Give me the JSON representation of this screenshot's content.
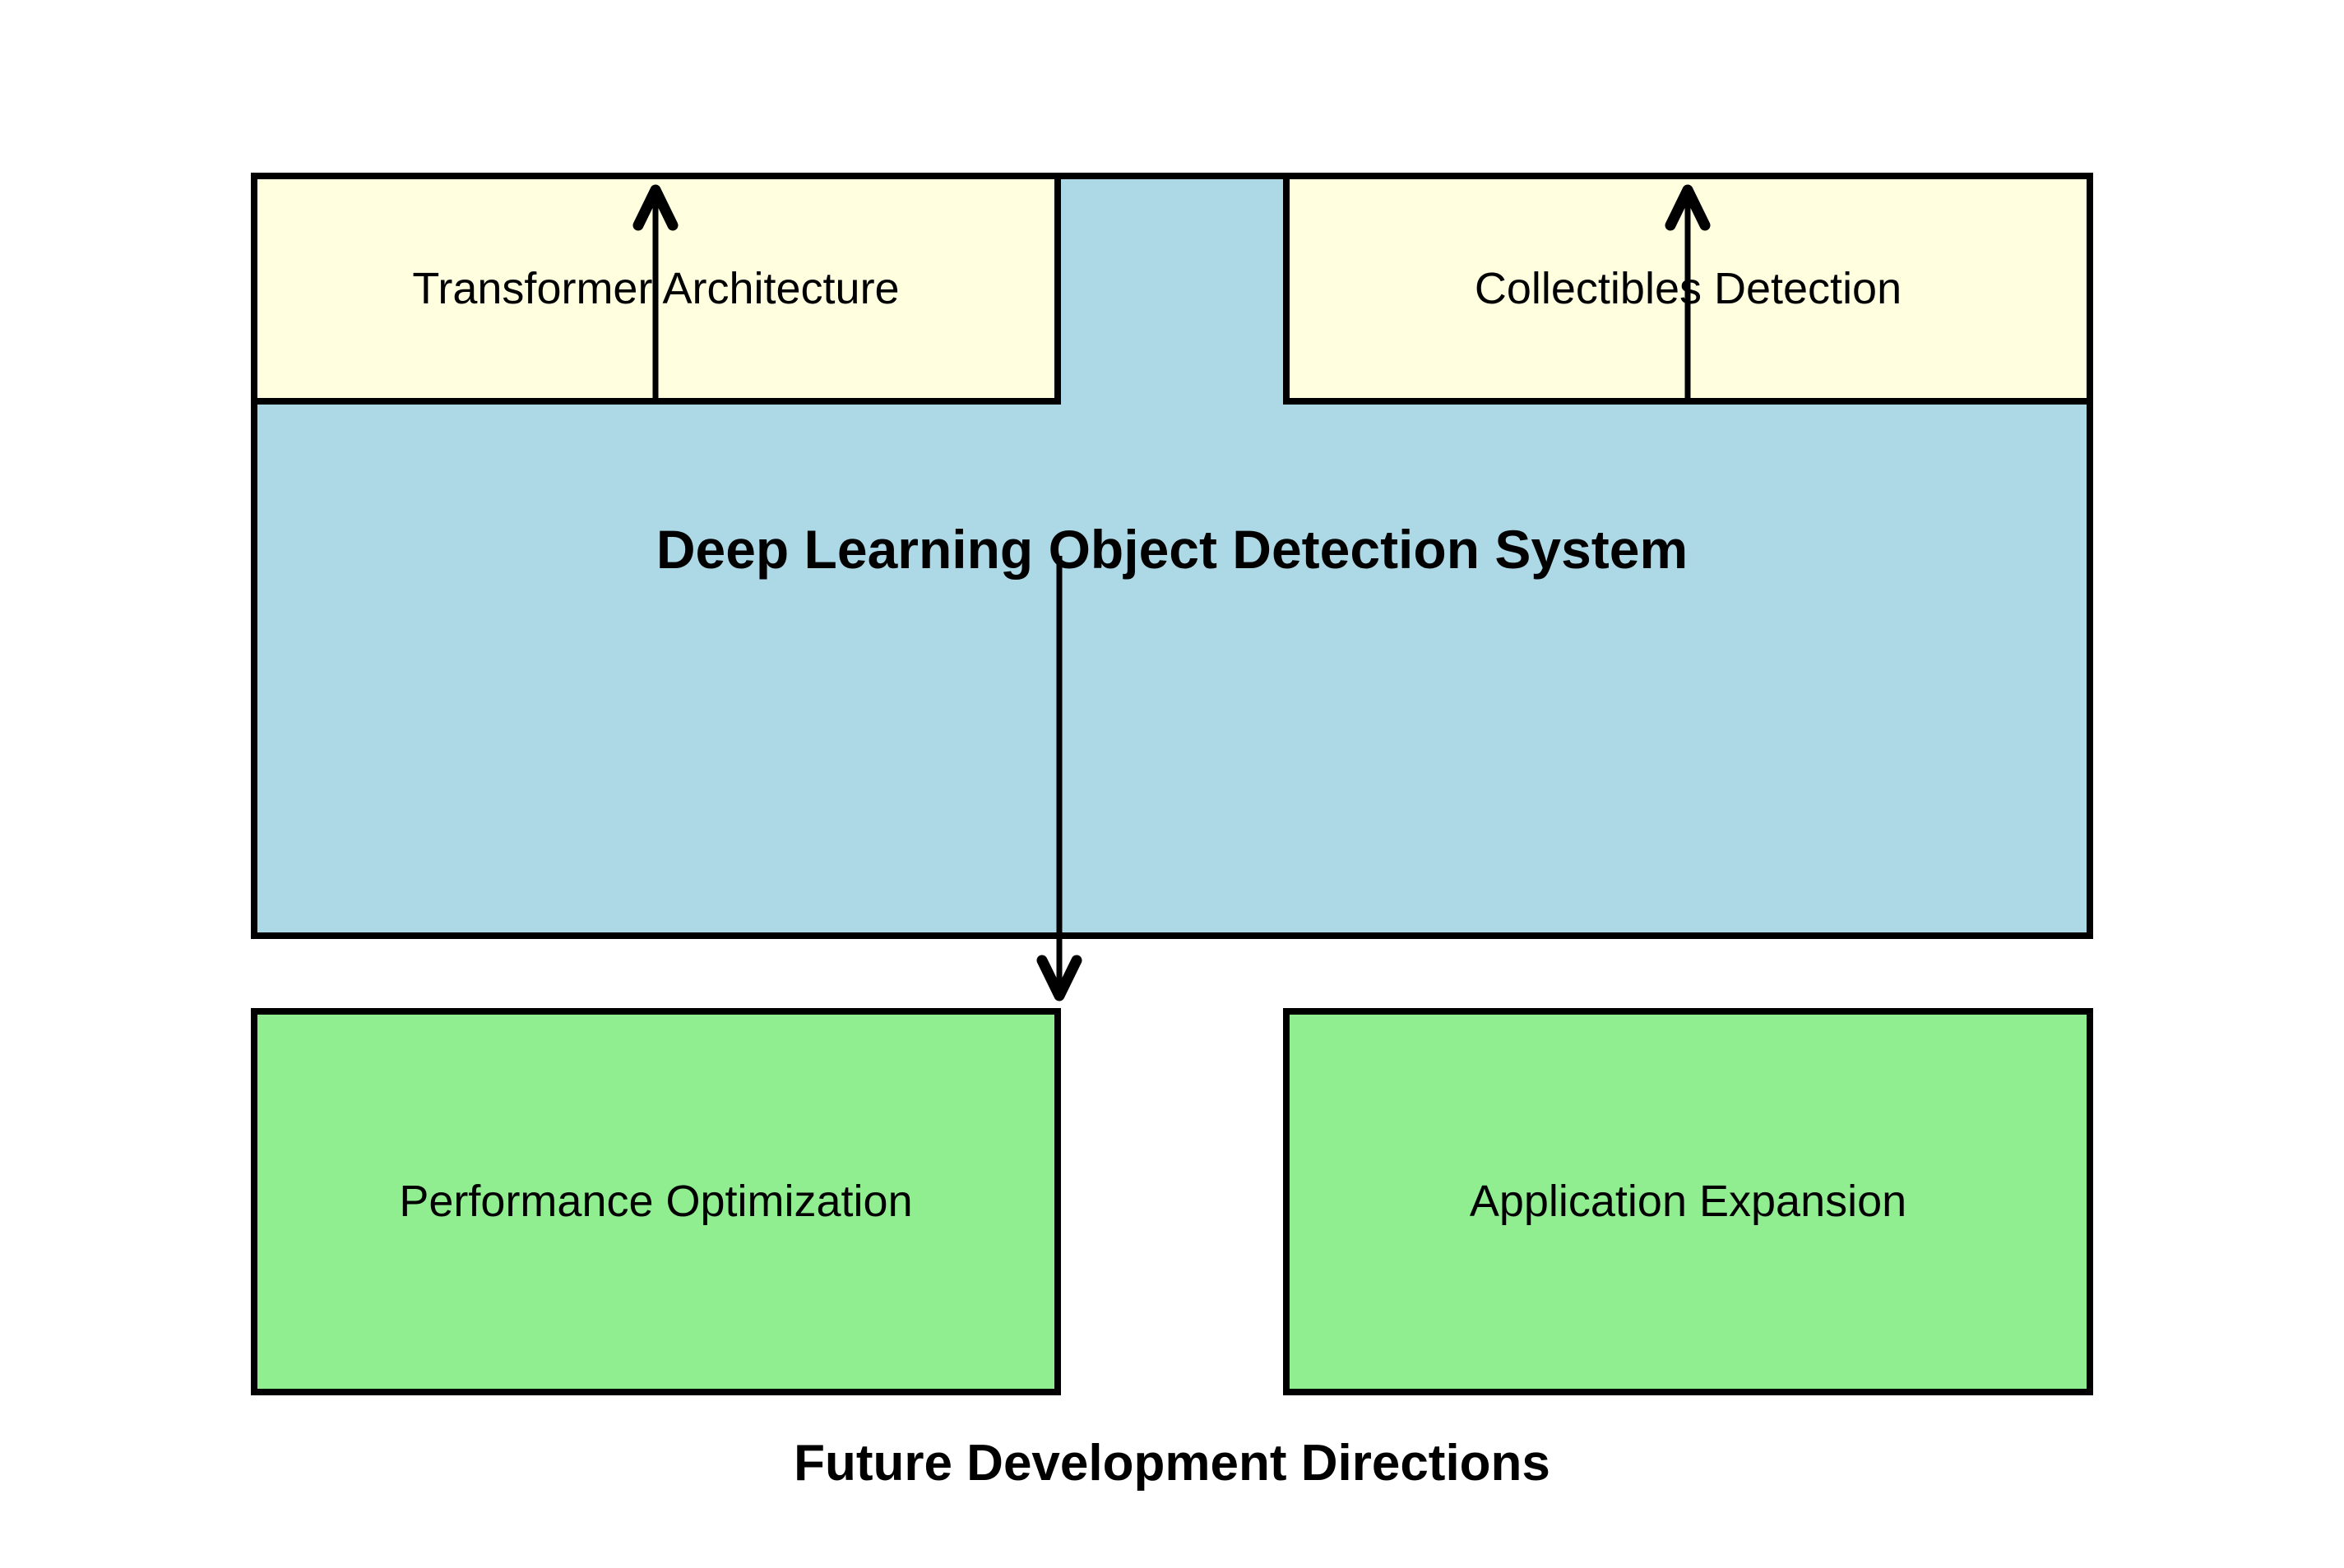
{
  "colors": {
    "background": "#ffffff",
    "border": "#000000",
    "arrow": "#000000",
    "text": "#000000",
    "system_fill": "#ADD8E6",
    "module_fill": "#FFFFE0",
    "direction_fill": "#90EE90"
  },
  "system": {
    "label": "Deep Learning Object Detection System"
  },
  "top_modules": [
    {
      "label": "Transformer Architecture"
    },
    {
      "label": "Collectibles Detection"
    }
  ],
  "bottom_modules": [
    {
      "label": "Performance Optimization"
    },
    {
      "label": "Application Expansion"
    }
  ],
  "caption": {
    "label": "Future Development Directions"
  },
  "arrows": [
    {
      "name": "up-arrow-left",
      "direction": "up",
      "from": "system-box",
      "to": "transformer-architecture"
    },
    {
      "name": "up-arrow-right",
      "direction": "up",
      "from": "system-box",
      "to": "collectibles-detection"
    },
    {
      "name": "down-arrow-center",
      "direction": "down",
      "from": "system-box",
      "to": "future-development-directions"
    }
  ]
}
